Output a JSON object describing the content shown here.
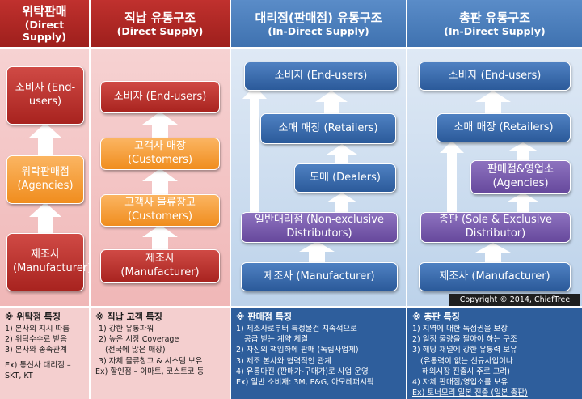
{
  "columns": [
    {
      "title": "위탁판매",
      "subtitle": "(Direct Supply)",
      "boxes": [
        "소비자 (End-users)",
        "위탁판매점 (Agencies)",
        "제조사 (Manufacturer)"
      ],
      "features_title": "※ 위탁점 특징",
      "features": [
        "1) 본사의 지시 따름",
        "2) 위탁수수료 받음",
        "3) 본사와 종속관계"
      ],
      "example": "Ex) 통신사 대리점 – SKT, KT"
    },
    {
      "title": "직납 유통구조",
      "subtitle": "(Direct Supply)",
      "boxes": [
        "소비자 (End-users)",
        "고객사 매장 (Customers)",
        "고객사 물류창고 (Customers)",
        "제조사 (Manufacturer)"
      ],
      "features_title": "※ 직납 고객 특징",
      "features": [
        "1) 강한 유통파워",
        "2) 높은 시장 Coverage",
        "(전국에 많은 매장)",
        "3) 자체 물류창고 & 시스템 보유"
      ],
      "example": "Ex) 할인점 – 이마트, 코스트코 등"
    },
    {
      "title": "대리점(판매점) 유통구조",
      "subtitle": "(In-Direct Supply)",
      "boxes": [
        "소비자 (End-users)",
        "소매 매장 (Retailers)",
        "도매 (Dealers)",
        "일반대리점 (Non-exclusive Distributors)",
        "제조사 (Manufacturer)"
      ],
      "features_title": "※ 판매점 특징",
      "features": [
        "1) 제조사로부터 특정물건 지속적으로",
        "공급 받는 계약 체결",
        "2) 자신의 책임하에 판매 (독립사업체)",
        "3) 제조 본사와 협력적인 관계",
        "4) 유통마진 (판매가-구매가)로 사업 운영"
      ],
      "example": "Ex) 일반 소비재: 3M, P&G, 아모레퍼시픽"
    },
    {
      "title": "총판 유통구조",
      "subtitle": "(In-Direct Supply)",
      "boxes": [
        "소비자 (End-users)",
        "소매 매장 (Retailers)",
        "판매점&영업소 (Agencies)",
        "총판 (Sole & Exclusive Distributor)",
        "제조사 (Manufacturer)"
      ],
      "features_title": "※ 총판 특징",
      "features": [
        "1) 지역에 대한 독점권을 보장",
        "2) 일정 물량을 팔아야 하는 구조",
        "3) 해당 채널에 강한 유통력 보유",
        "(유통력이 없는 신규사업이나",
        "해외시장 진출시 주로 고려)",
        "4) 자체 판매점/영업소를 보유"
      ],
      "example": "Ex) 토너모리 일본 진출 (일본 총판)"
    }
  ],
  "copyright": "Copyright © 2014, ChiefTree",
  "colors": {
    "red": "#a8231f",
    "orange": "#f08d1e",
    "blue": "#2b5a9a",
    "purple": "#66489c"
  }
}
